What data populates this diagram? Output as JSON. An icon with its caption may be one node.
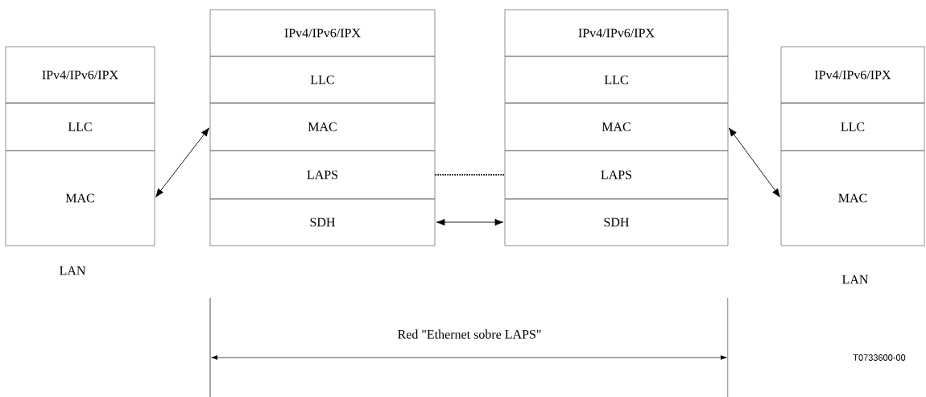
{
  "diagram": {
    "nodes": [
      {
        "text": [
          "IPv4/IPv6/IPX"
        ]
      },
      {
        "text": [
          "LLC"
        ]
      },
      {
        "text": [
          "MAC"
        ]
      },
      {
        "text": [
          "IPv4/IPv6/IPX"
        ]
      },
      {
        "text": [
          "LLC"
        ]
      },
      {
        "text": [
          "MAC"
        ]
      },
      {
        "text": [
          "LAPS"
        ]
      },
      {
        "text": [
          "SDH"
        ]
      },
      {
        "text": [
          "IPv4/IPv6/IPX"
        ]
      },
      {
        "text": [
          "LLC"
        ]
      },
      {
        "text": [
          "MAC"
        ]
      },
      {
        "text": [
          "LAPS"
        ]
      },
      {
        "text": [
          "SDH"
        ]
      },
      {
        "text": [
          "IPv4/IPv6/IPX"
        ]
      },
      {
        "text": [
          "LLC"
        ]
      },
      {
        "text": [
          "MAC"
        ]
      }
    ],
    "edges": [
      {
        "from": 2,
        "to": 5,
        "arrow": "both"
      },
      {
        "from": 6,
        "to": 11,
        "arrow": "none",
        "style": "dashed"
      },
      {
        "from": 7,
        "to": 12,
        "arrow": "both"
      },
      {
        "from": 10,
        "to": 15,
        "arrow": "both"
      }
    ],
    "labels": [
      "LAN",
      "LAN",
      "Red \"Ethernet sobre LAPS\"",
      "T0733600-00"
    ]
  }
}
